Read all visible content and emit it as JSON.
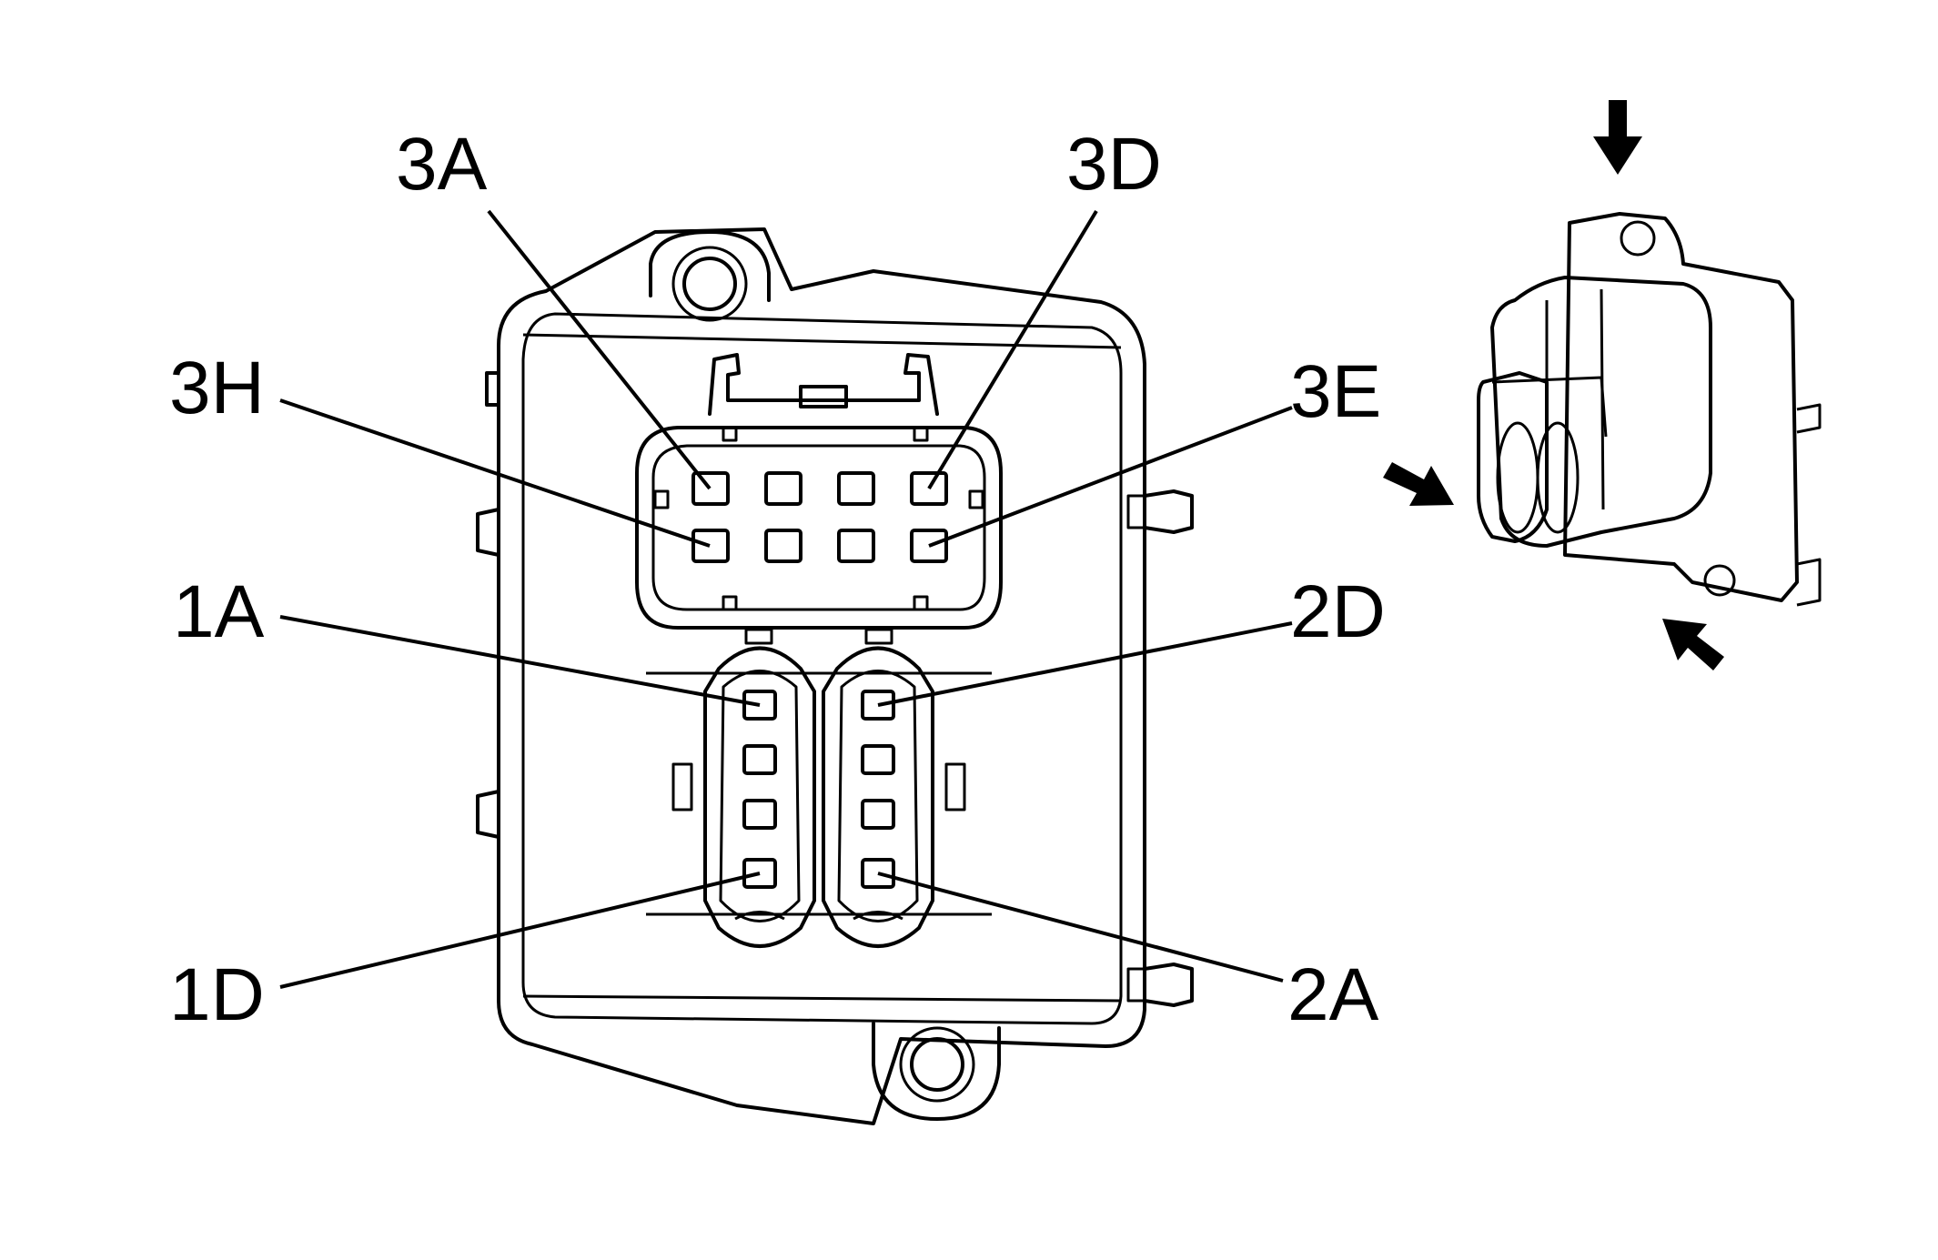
{
  "callouts": {
    "top_left": "3A",
    "top_right": "3D",
    "upper_left": "3H",
    "upper_right": "3E",
    "middle_left": "1A",
    "middle_right": "2D",
    "bottom_left": "1D",
    "bottom_right": "2A"
  },
  "colors": {
    "line": "#000000",
    "background": "#ffffff"
  }
}
